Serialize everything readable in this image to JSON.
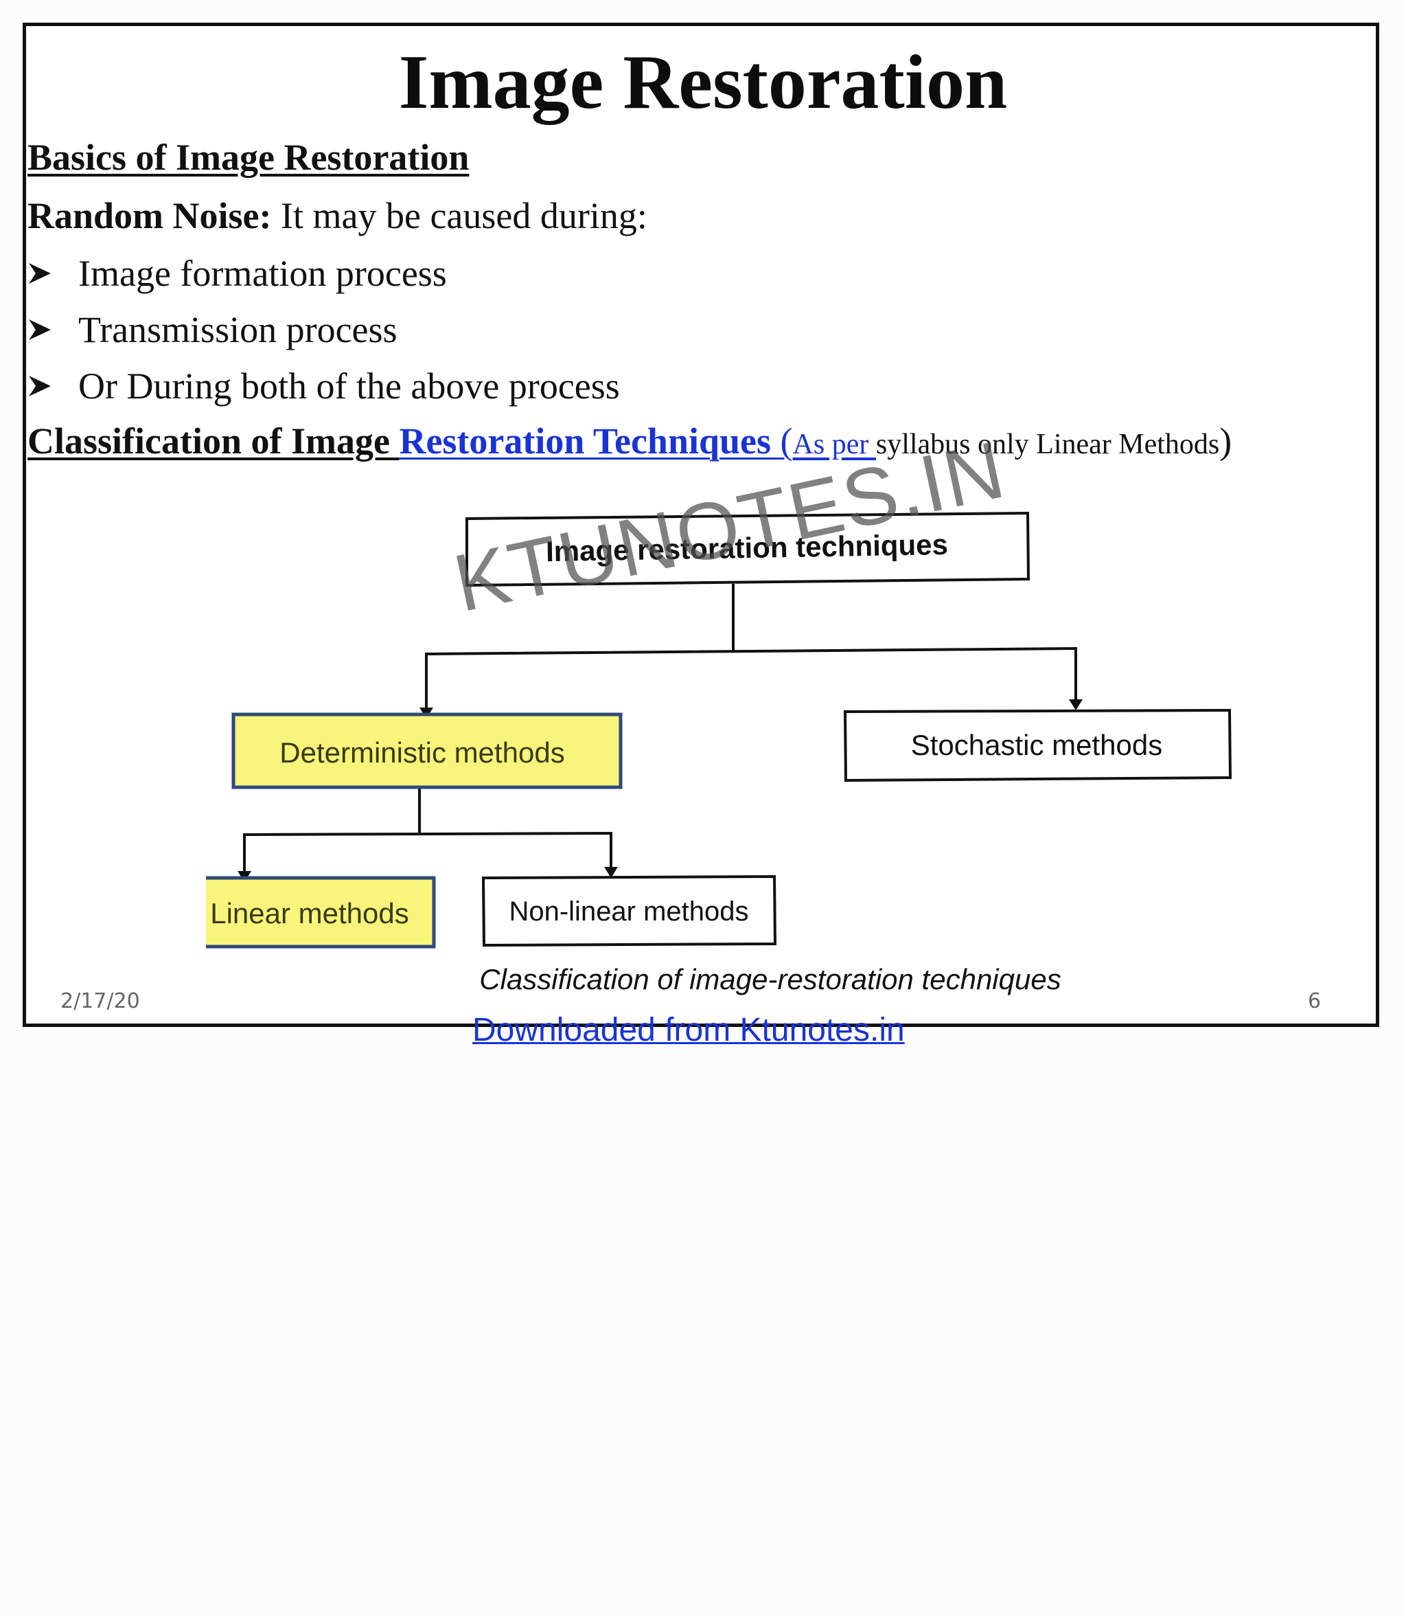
{
  "slide": {
    "title": "Image Restoration",
    "section_heading": "Basics of Image Restoration",
    "random_noise": {
      "label": "Random Noise:",
      "text": " It may be caused during:"
    },
    "bullets": [
      "Image formation process",
      "Transmission process",
      "Or During both of the above process"
    ],
    "classification_line": {
      "part_black_bold": "Classification of Image ",
      "part_blue_bold": "Restoration Techniques ",
      "part_blue_open": "(",
      "part_blue_small": "As per ",
      "part_black_small": "syllabus only Linear Methods",
      "part_close": ")"
    },
    "footer": {
      "date": "2/17/20",
      "page_number": "6"
    }
  },
  "diagram": {
    "root": "Image restoration techniques",
    "branches": {
      "deterministic": "Deterministic methods",
      "stochastic": "Stochastic methods",
      "linear": "Linear methods",
      "nonlinear": "Non-linear methods"
    },
    "highlighted": [
      "Deterministic methods",
      "Linear methods"
    ],
    "caption": "Classification of image-restoration techniques",
    "highlight_color": "#f8f57a",
    "highlight_border": "#2e4a7a"
  },
  "watermark": "KTUNOTES.IN",
  "download_link": "Downloaded from Ktunotes.in"
}
